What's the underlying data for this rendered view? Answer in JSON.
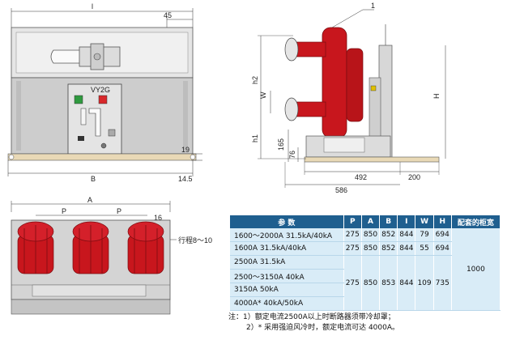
{
  "front_view": {
    "width_label": "l",
    "offset_label": "45",
    "model_label": "VY2G",
    "height_label": "19",
    "base_label": "B",
    "base_offset_label": "14.5"
  },
  "side_view": {
    "callout_label": "1",
    "h2_label": "h2",
    "w_label": "W",
    "h1_label": "h1",
    "h_label": "H",
    "dim_165": "165",
    "dim_76": "76",
    "dim_492": "492",
    "dim_200": "200",
    "dim_586": "586"
  },
  "top_view": {
    "a_label": "A",
    "p_label_1": "P",
    "p_label_2": "P",
    "dim_16": "16",
    "stroke_label": "行程8～10"
  },
  "table": {
    "headers": [
      "参  数",
      "P",
      "A",
      "B",
      "I",
      "W",
      "H",
      "配套的柜宽"
    ],
    "rows": [
      {
        "param": "1600～2000A  31.5kA/40kA",
        "P": "275",
        "A": "850",
        "B": "852",
        "I": "844",
        "W": "79",
        "H": "694"
      },
      {
        "param": "1600A   31.5kA/40kA",
        "P": "275",
        "A": "850",
        "B": "852",
        "I": "844",
        "W": "55",
        "H": "694"
      },
      {
        "param": "2500A   31.5kA"
      },
      {
        "param": "2500～3150A  40kA",
        "P": "275",
        "A": "850",
        "B": "853",
        "I": "844",
        "W": "109",
        "H": "735"
      },
      {
        "param": "3150A    50kA"
      },
      {
        "param": "4000A*   40kA/50kA"
      }
    ],
    "cabinet_width": "1000"
  },
  "notes": {
    "line1": "注：1）额定电流2500A以上时断路器须带冷却罩；",
    "line2": "2）* 采用强迫风冷时，额定电流可达 4000A。"
  },
  "colors": {
    "insulator_red": "#c8161d",
    "table_header": "#1f5f8f",
    "table_cell": "#d9ecf7"
  }
}
